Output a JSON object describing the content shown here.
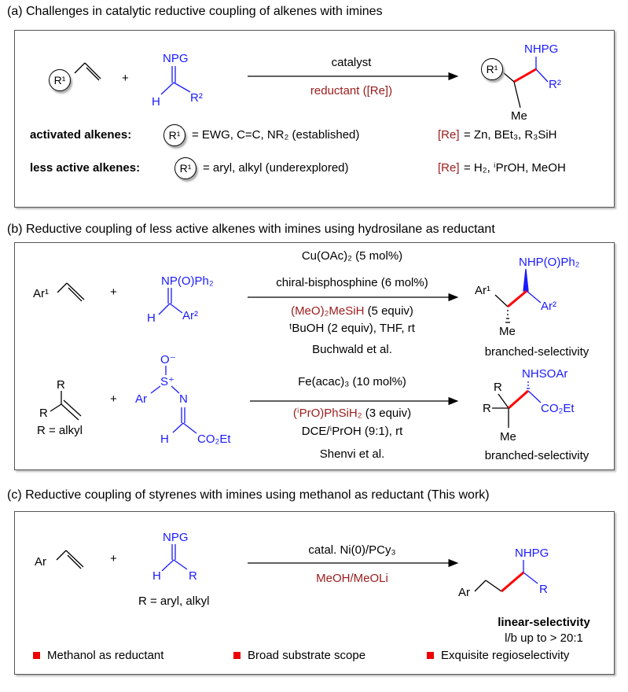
{
  "panel_a": {
    "title": "(a) Challenges in catalytic reductive coupling of alkenes with imines",
    "r1": "R¹",
    "plus": "+",
    "imine_npg": "NPG",
    "imine_h": "H",
    "imine_r2": "R²",
    "cond_top": "catalyst",
    "cond_bottom": "reductant ([Re])",
    "prod_nhpg": "NHPG",
    "prod_r2": "R²",
    "prod_me": "Me",
    "row1_label": "activated alkenes:",
    "row1_text": "= EWG, C=C, NR₂ (established)",
    "row1_re": "[Re]",
    "row1_re_text": "= Zn, BEt₃, R₃SiH",
    "row2_label": "less active alkenes:",
    "row2_text": "= aryl, alkyl (underexplored)",
    "row2_re": "[Re]",
    "row2_re_text": "= H₂, ⁱPrOH, MeOH"
  },
  "panel_b": {
    "title": "(b) Reductive coupling of less active alkenes with imines using hydrosilane as reductant",
    "r1": {
      "ar1": "Ar¹",
      "plus": "+",
      "imine_n": "NP(O)Ph₂",
      "imine_h": "H",
      "imine_ar2": "Ar²",
      "cond1": "Cu(OAc)₂ (5 mol%)",
      "cond2": "chiral-bisphosphine (6 mol%)",
      "cond3_red": "(MeO)₂MeSiH",
      "cond3_rest": " (5 equiv)",
      "cond4": "ᵗBuOH (2 equiv), THF, rt",
      "ref": "Buchwald et al.",
      "prod_ar1": "Ar¹",
      "prod_n": "NHP(O)Ph₂",
      "prod_ar2": "Ar²",
      "prod_me": "Me",
      "selectivity": "branched-selectivity"
    },
    "r2": {
      "r_top": "R",
      "r_left": "R",
      "r_def": "R = alkyl",
      "plus": "+",
      "o": "O⁻",
      "ar": "Ar",
      "s": "S⁺",
      "n": "N",
      "h": "H",
      "co2et": "CO₂Et",
      "cond1": "Fe(acac)₃ (10 mol%)",
      "cond2_red": "(ⁱPrO)PhSiH₂",
      "cond2_rest": " (3 equiv)",
      "cond3": "DCE/ⁱPrOH (9:1), rt",
      "ref": "Shenvi et al.",
      "prod_r_top": "R",
      "prod_r_left": "R",
      "prod_n": "NHSOAr",
      "prod_co2et": "CO₂Et",
      "prod_me": "Me",
      "selectivity": "branched-selectivity"
    }
  },
  "panel_c": {
    "title": "(c) Reductive coupling of styrenes with imines using methanol as reductant (This work)",
    "ar": "Ar",
    "plus": "+",
    "imine_npg": "NPG",
    "imine_h": "H",
    "imine_r": "R",
    "r_def": "R = aryl, alkyl",
    "cond_top": "catal. Ni(0)/PCy₃",
    "cond_bottom": "MeOH/MeOLi",
    "prod_ar": "Ar",
    "prod_nhpg": "NHPG",
    "prod_r": "R",
    "selectivity": "linear-selectivity",
    "ratio": "l/b up to > 20:1",
    "bullets": [
      "Methanol as reductant",
      "Broad substrate scope",
      "Exquisite regioselectivity"
    ]
  },
  "colors": {
    "blue": "#1a1aff",
    "reductant": "#9b1b1b",
    "new_bond": "#ff0000",
    "bullet": "#e00000"
  }
}
